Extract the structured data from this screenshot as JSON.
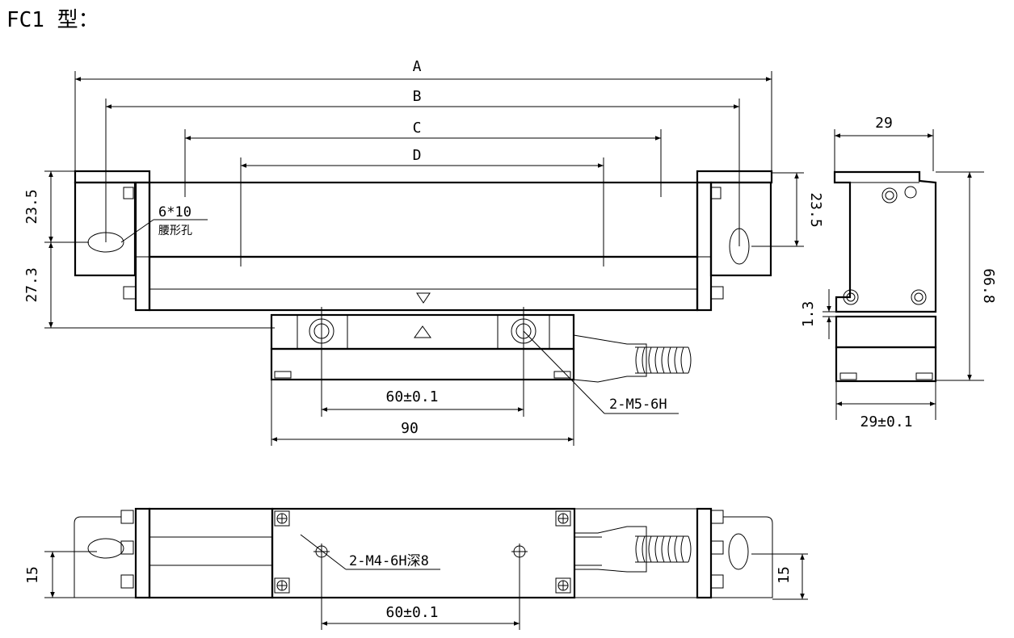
{
  "title": "FC1 型：",
  "dims": {
    "A": "A",
    "B": "B",
    "C": "C",
    "D": "D",
    "d235_left": "23.5",
    "d273": "27.3",
    "d235_right": "23.5",
    "slot_size": "6*10",
    "slot_name": "腰形孔",
    "d60_top": "60±0.1",
    "d90": "90",
    "m5": "2-M5-6H",
    "d29": "29",
    "d29_tol": "29±0.1",
    "d668": "66.8",
    "d13": "1.3",
    "m4": "2-M4-6H深8",
    "d15_left": "15",
    "d15_right": "15",
    "d60_bottom": "60±0.1"
  },
  "colors": {
    "line": "#000000",
    "background": "#ffffff"
  }
}
